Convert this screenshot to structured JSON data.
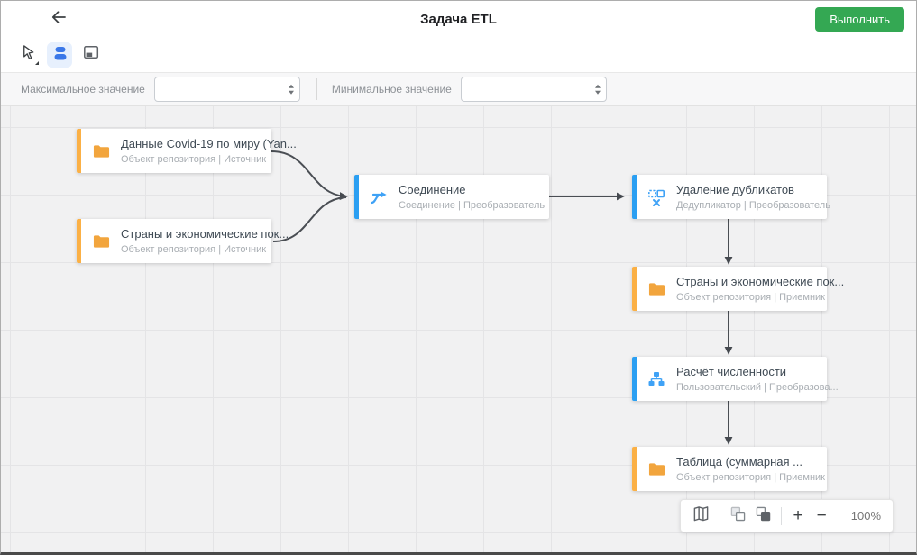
{
  "header": {
    "title": "Задача ETL",
    "run_button": "Выполнить",
    "back_icon": "back-arrow-icon"
  },
  "toolbar": {
    "icons": [
      "pointer-tool-icon",
      "flow-nodes-tool-icon",
      "overlay-tool-icon"
    ],
    "selected_tool": "flow-nodes-tool-icon"
  },
  "filters": {
    "max": {
      "label": "Максимальное значение",
      "value": ""
    },
    "min": {
      "label": "Минимальное значение",
      "value": ""
    }
  },
  "canvas": {
    "nodes": [
      {
        "title": "Данные Covid-19 по миру (Yan...",
        "subtitle": "Объект репозитория | Источник",
        "icon": "folder-icon",
        "accent": "#fbb045",
        "role": "source"
      },
      {
        "title": "Страны и экономические пок...",
        "subtitle": "Объект репозитория | Источник",
        "icon": "folder-icon",
        "accent": "#fbb045",
        "role": "source"
      },
      {
        "title": "Соединение",
        "subtitle": "Соединение | Преобразователь",
        "icon": "join-icon",
        "accent": "#2b9ff2",
        "role": "transformer"
      },
      {
        "title": "Удаление дубликатов",
        "subtitle": "Дедупликатор | Преобразователь",
        "icon": "deduplicate-icon",
        "accent": "#2b9ff2",
        "role": "transformer"
      },
      {
        "title": "Страны и экономические пок...",
        "subtitle": "Объект репозитория | Приемник",
        "icon": "folder-icon",
        "accent": "#fbb045",
        "role": "sink"
      },
      {
        "title": "Расчёт численности",
        "subtitle": "Пользовательский | Преобразова...",
        "icon": "custom-transform-icon",
        "accent": "#2b9ff2",
        "role": "transformer"
      },
      {
        "title": "Таблица (суммарная ...",
        "subtitle": "Объект репозитория | Приемник",
        "icon": "folder-icon",
        "accent": "#fbb045",
        "role": "sink"
      }
    ],
    "edges": [
      {
        "from": 0,
        "to": 2
      },
      {
        "from": 1,
        "to": 2
      },
      {
        "from": 2,
        "to": 3
      },
      {
        "from": 3,
        "to": 4
      },
      {
        "from": 4,
        "to": 5
      },
      {
        "from": 5,
        "to": 6
      }
    ],
    "controls": {
      "icons": [
        "map-icon",
        "send-to-back-icon",
        "bring-to-front-icon",
        "zoom-in-icon",
        "zoom-out-icon"
      ],
      "zoom_in": "+",
      "zoom_out": "−",
      "zoom_level": "100%"
    }
  },
  "colors": {
    "accent_orange": "#fbb045",
    "accent_blue": "#2b9ff2",
    "run_green": "#34a853",
    "edge": "#45494f"
  }
}
